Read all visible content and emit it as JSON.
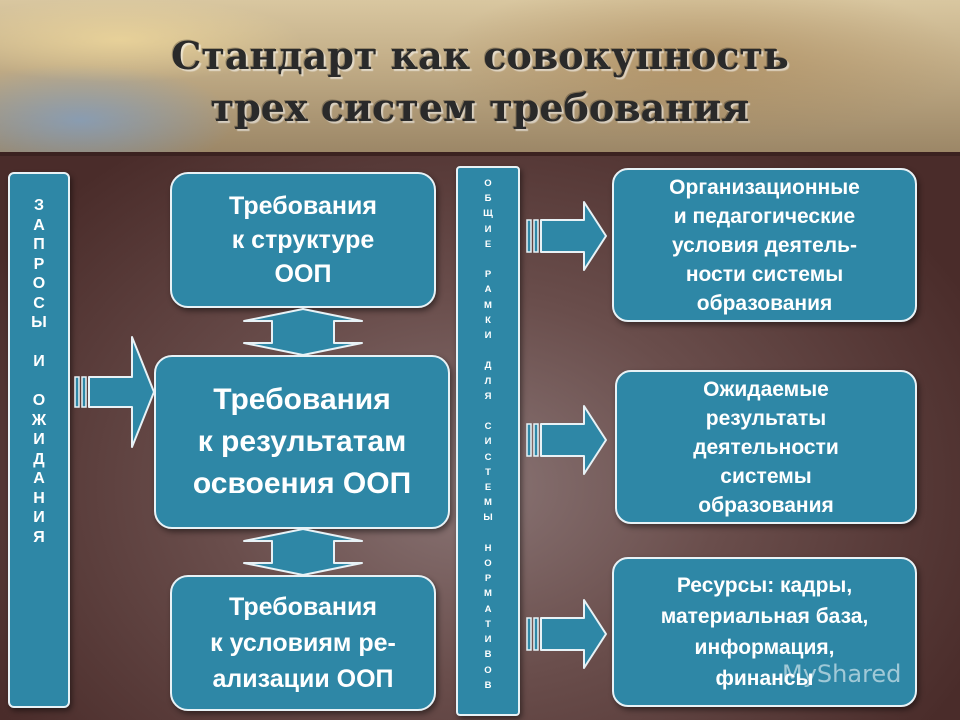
{
  "title": {
    "line1": "Стандарт как совокупность",
    "line2": "трех систем требования"
  },
  "left_bar": {
    "text": "З\nА\nП\nР\nО\nС\nЫ\n\nИ\n\nО\nЖ\nИ\nД\nА\nН\nИ\nЯ"
  },
  "center_boxes": {
    "structure": "Требования\nк структуре\nООП",
    "results": "Требования\nк результатам\nосвоения ООП",
    "conditions": "Требования\nк условиям ре-\nализации ООП"
  },
  "middle_bar": {
    "text": "О\nБ\nЩ\nИ\nЕ\n\nР\nА\nМ\nК\nИ\n\nД\nЛ\nЯ\n\nС\nИ\nС\nТ\nЕ\nМ\nЫ\n\nН\nО\nР\nМ\nА\nТ\nИ\nВ\nО\nВ"
  },
  "right_boxes": {
    "organizational": "Организационные\nи педагогические\nусловия деятель-\nности системы\nобразования",
    "expected": "Ожидаемые\nрезультаты\nдеятельности\nсистемы\nобразования",
    "resources": "Ресурсы: кадры,\nматериальная база,\nинформация,\nфинансы"
  },
  "watermark": {
    "text": "MyShared"
  },
  "colors": {
    "box_fill": "#2e87a6",
    "box_border": "#e8f2f6",
    "arrow_fill": "#2e87a6",
    "text": "#ffffff"
  }
}
